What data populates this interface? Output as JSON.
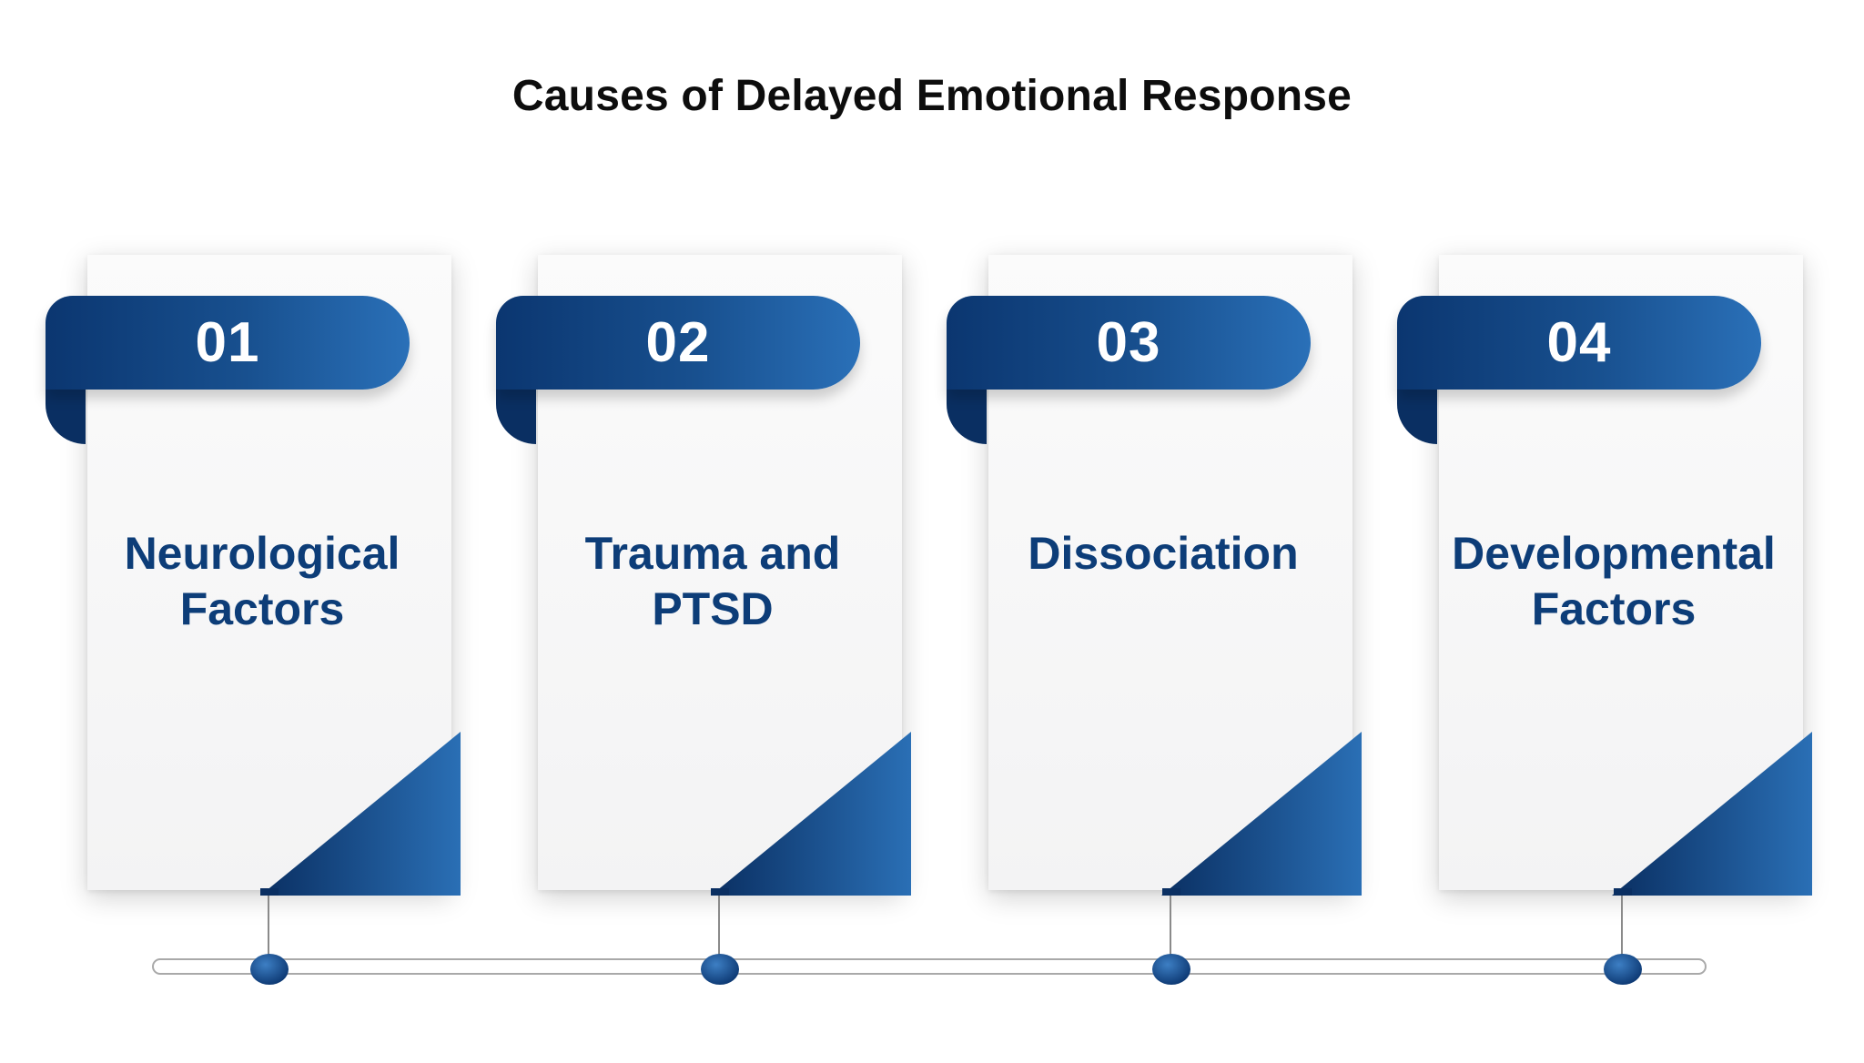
{
  "title": "Causes of Delayed Emotional Response",
  "colors": {
    "primary_dark": "#0b3670",
    "primary_light": "#2a70b8",
    "label_text": "#0d3d78",
    "card_bg": "#f6f6f7"
  },
  "steps": [
    {
      "number": "01",
      "label": "Neurological Factors"
    },
    {
      "number": "02",
      "label": "Trauma and PTSD"
    },
    {
      "number": "03",
      "label": "Dissociation"
    },
    {
      "number": "04",
      "label": "Developmental Factors"
    }
  ]
}
